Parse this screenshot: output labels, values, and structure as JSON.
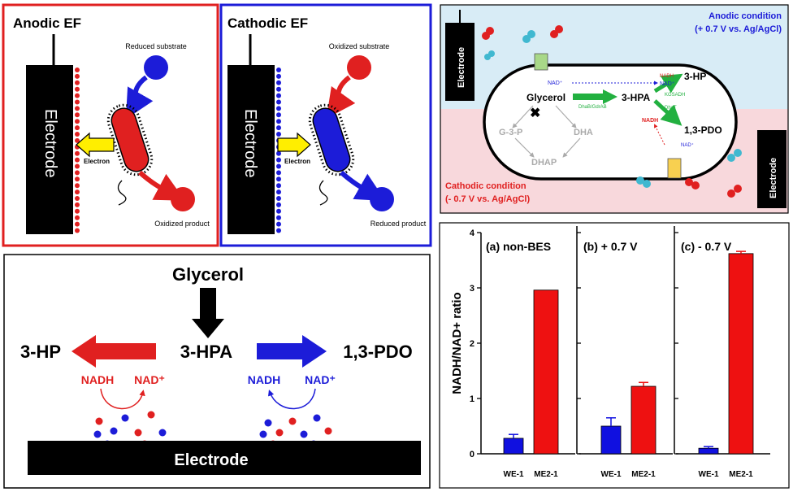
{
  "panel_anodic": {
    "title": "Anodic EF",
    "electrode_label": "Electrode",
    "substrate_label": "Reduced substrate",
    "product_label": "Oxidized product",
    "electron_label": "Electron"
  },
  "panel_cathodic": {
    "title": "Cathodic EF",
    "electrode_label": "Electrode",
    "substrate_label": "Oxidized substrate",
    "product_label": "Reduced product",
    "electron_label": "Electron"
  },
  "pathway": {
    "glycerol": "Glycerol",
    "hpa": "3-HPA",
    "hp": "3-HP",
    "pdo": "1,3-PDO",
    "nadh_left": "NADH",
    "nad_left": "NAD⁺",
    "nadh_right": "NADH",
    "nad_right": "NAD⁺",
    "electrode": "Electrode"
  },
  "metabolism": {
    "anodic_condition": "Anodic condition",
    "anodic_potential": "(+ 0.7 V vs. Ag/AgCl)",
    "cathodic_condition": "Cathodic condition",
    "cathodic_potential": "(- 0.7 V vs. Ag/AgCl)",
    "electrode_top": "Electrode",
    "electrode_bottom": "Electrode",
    "glycerol": "Glycerol",
    "hpa": "3-HPA",
    "hp": "3-HP",
    "pdo": "1,3-PDO",
    "g3p": "G-3-P",
    "dha": "DHA",
    "dhap": "DHAP",
    "enzyme_dhab": "DhaB/GdrAB",
    "enzyme_kgsadh": "KGSADH",
    "enzyme_dhat": "DhaT",
    "nad_top": "NAD⁺",
    "nadh_top": "NADH",
    "nad_top2": "NAD⁺",
    "nadh_bottom": "NADH",
    "nad_bottom": "NAD⁺"
  },
  "chart_data": {
    "type": "bar",
    "ylabel": "NADH/NAD+ ratio",
    "ylim": [
      0,
      4
    ],
    "yticks": [
      0,
      1,
      2,
      3,
      4
    ],
    "grid": false,
    "categories": [
      "WE-1",
      "ME2-1"
    ],
    "subplots": [
      {
        "title": "(a) non-BES",
        "values": [
          0.28,
          2.96
        ],
        "errors": [
          0.07,
          0.0
        ]
      },
      {
        "title": "(b) + 0.7 V",
        "values": [
          0.5,
          1.22
        ],
        "errors": [
          0.15,
          0.07
        ]
      },
      {
        "title": "(c) - 0.7 V",
        "values": [
          0.1,
          3.62
        ],
        "errors": [
          0.03,
          0.04
        ]
      }
    ],
    "colors": [
      "#1010e0",
      "#ee1111"
    ]
  },
  "colors": {
    "anodic": "#e02020",
    "cathodic": "#1c1cd8",
    "electrode": "#000000",
    "anodic_bg": "#d8ecf6",
    "cathodic_bg": "#f8d8dc",
    "pathway_green": "#22b040"
  }
}
